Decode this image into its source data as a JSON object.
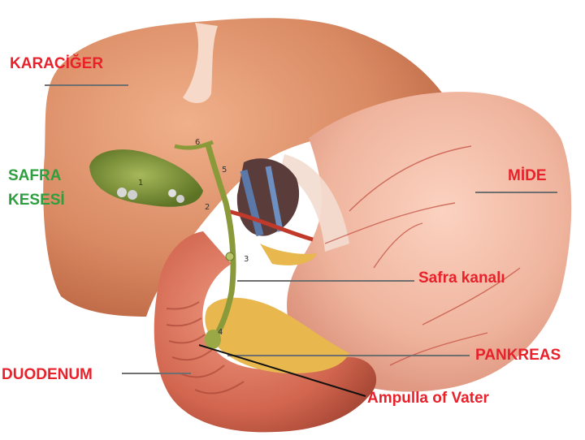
{
  "labels": {
    "liver": "KARACİĞER",
    "gallbladder_line1": "SAFRA",
    "gallbladder_line2": "KESESİ",
    "stomach": "MİDE",
    "bile_duct": "Safra kanalı",
    "pancreas": "PANKREAS",
    "duodenum": "DUODENUM",
    "ampulla": "Ampulla of Vater"
  },
  "numbers": {
    "n1": "1",
    "n2": "2",
    "n3": "3",
    "n4": "4",
    "n5": "5",
    "n6": "6"
  },
  "colors": {
    "label_red": "#e8212b",
    "label_green": "#2e9f3e",
    "liver": "#d98a63",
    "stomach": "#efb49d",
    "duodenum": "#d2664f",
    "gallbladder": "#7e9a3a",
    "pancreas": "#e8b84e"
  }
}
